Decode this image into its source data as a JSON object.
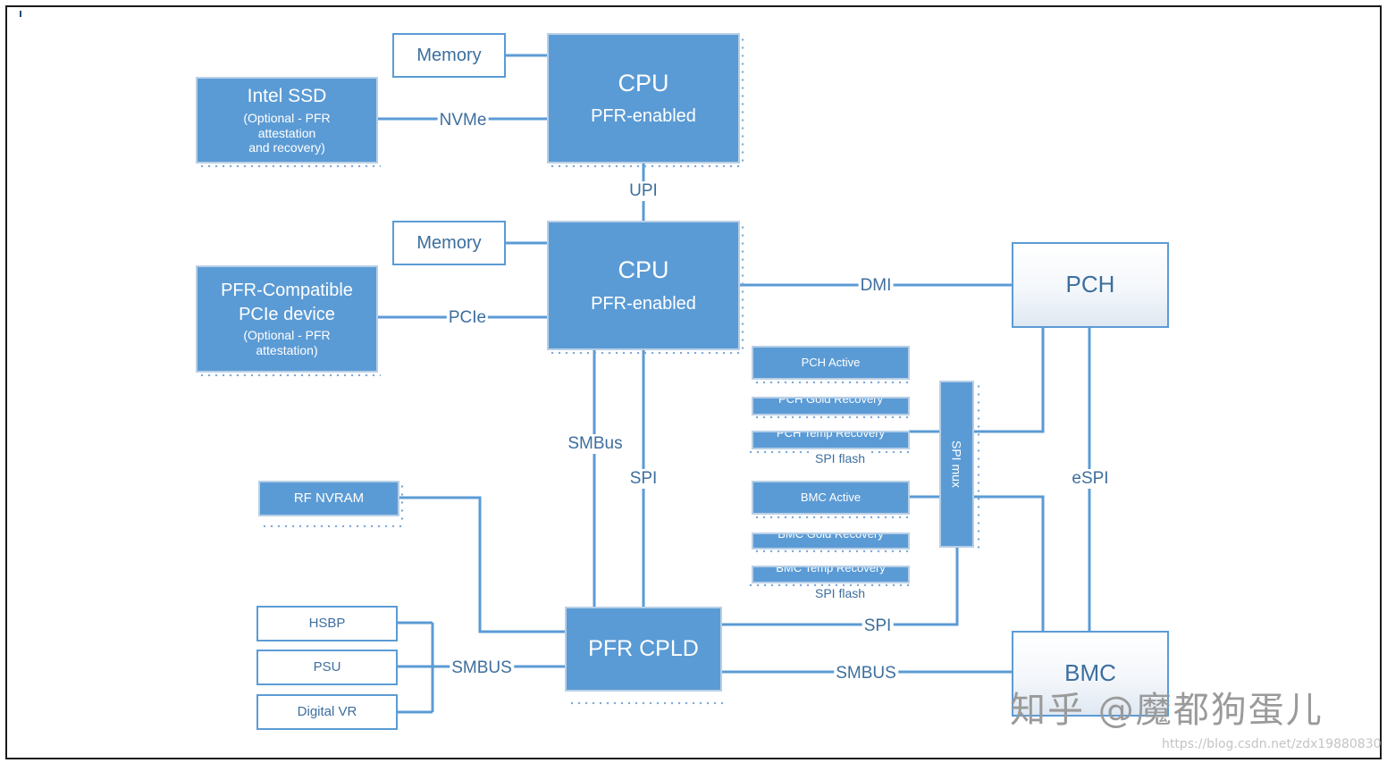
{
  "diagram": {
    "cpu_top": {
      "title": "CPU",
      "subtitle": "PFR-enabled"
    },
    "cpu_bottom": {
      "title": "CPU",
      "subtitle": "PFR-enabled"
    },
    "memory_top": "Memory",
    "memory_bottom": "Memory",
    "intel_ssd": {
      "title": "Intel SSD",
      "note_1": "(Optional - PFR",
      "note_2": "attestation",
      "note_3": "and recovery)"
    },
    "pcie_device": {
      "title_1": "PFR-Compatible",
      "title_2": "PCIe device",
      "note_1": "(Optional - PFR",
      "note_2": "attestation)"
    },
    "pch": "PCH",
    "bmc": "BMC",
    "pfr_cpld": "PFR CPLD",
    "rf_nvram": "RF NVRAM",
    "hsbp": "HSBP",
    "psu": "PSU",
    "digital_vr": "Digital VR",
    "spi_mux": "SPI mux",
    "pch_flash": {
      "active": "PCH Active",
      "gold": "PCH Gold Recovery",
      "temp": "PCH Temp Recovery",
      "caption": "SPI flash"
    },
    "bmc_flash": {
      "active": "BMC Active",
      "gold": "BMC Gold Recovery",
      "temp": "BMC Temp Recovery",
      "caption": "SPI flash"
    },
    "links": {
      "nvme": "NVMe",
      "upi": "UPI",
      "pcie": "PCIe",
      "dmi": "DMI",
      "smbus_cpu": "SMBus",
      "spi_cpu": "SPI",
      "espi": "eSPI",
      "spi_cpld": "SPI",
      "smbus_peripherals": "SMBUS",
      "smbus_bmc": "SMBUS"
    }
  },
  "watermark": "知乎 @魔都狗蛋儿",
  "source_url": "https://blog.csdn.net/zdx19880830",
  "colors": {
    "box_fill": "#5b9bd5",
    "line": "#5b9bd5",
    "text": "#3d6e9e",
    "frame": "#1a1a1a"
  }
}
